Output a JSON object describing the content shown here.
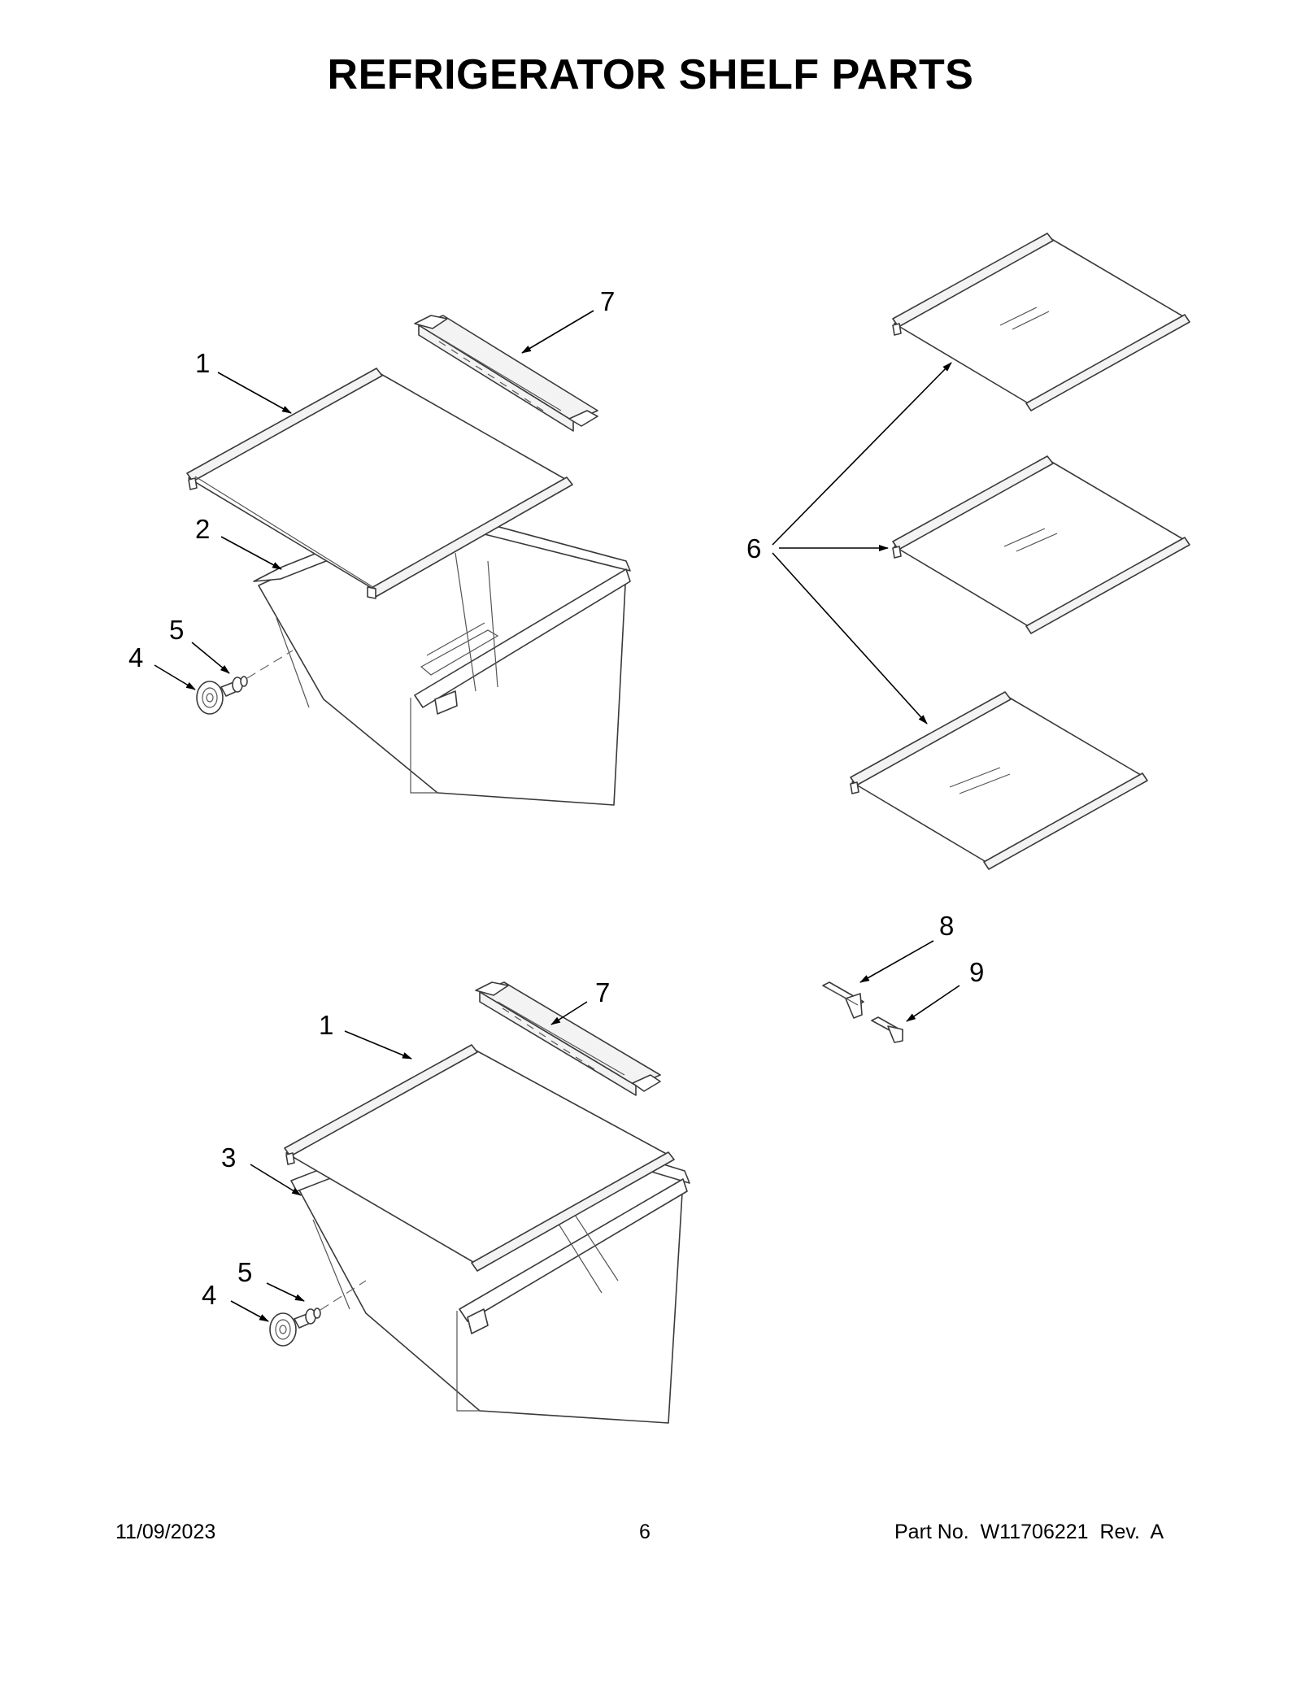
{
  "title": "REFRIGERATOR SHELF PARTS",
  "footer": {
    "date": "11/09/2023",
    "page": "6",
    "part_no": "Part No.  W11706221  Rev.  A"
  },
  "callouts": [
    "1",
    "2",
    "3",
    "4",
    "5",
    "6",
    "7",
    "8",
    "9"
  ]
}
